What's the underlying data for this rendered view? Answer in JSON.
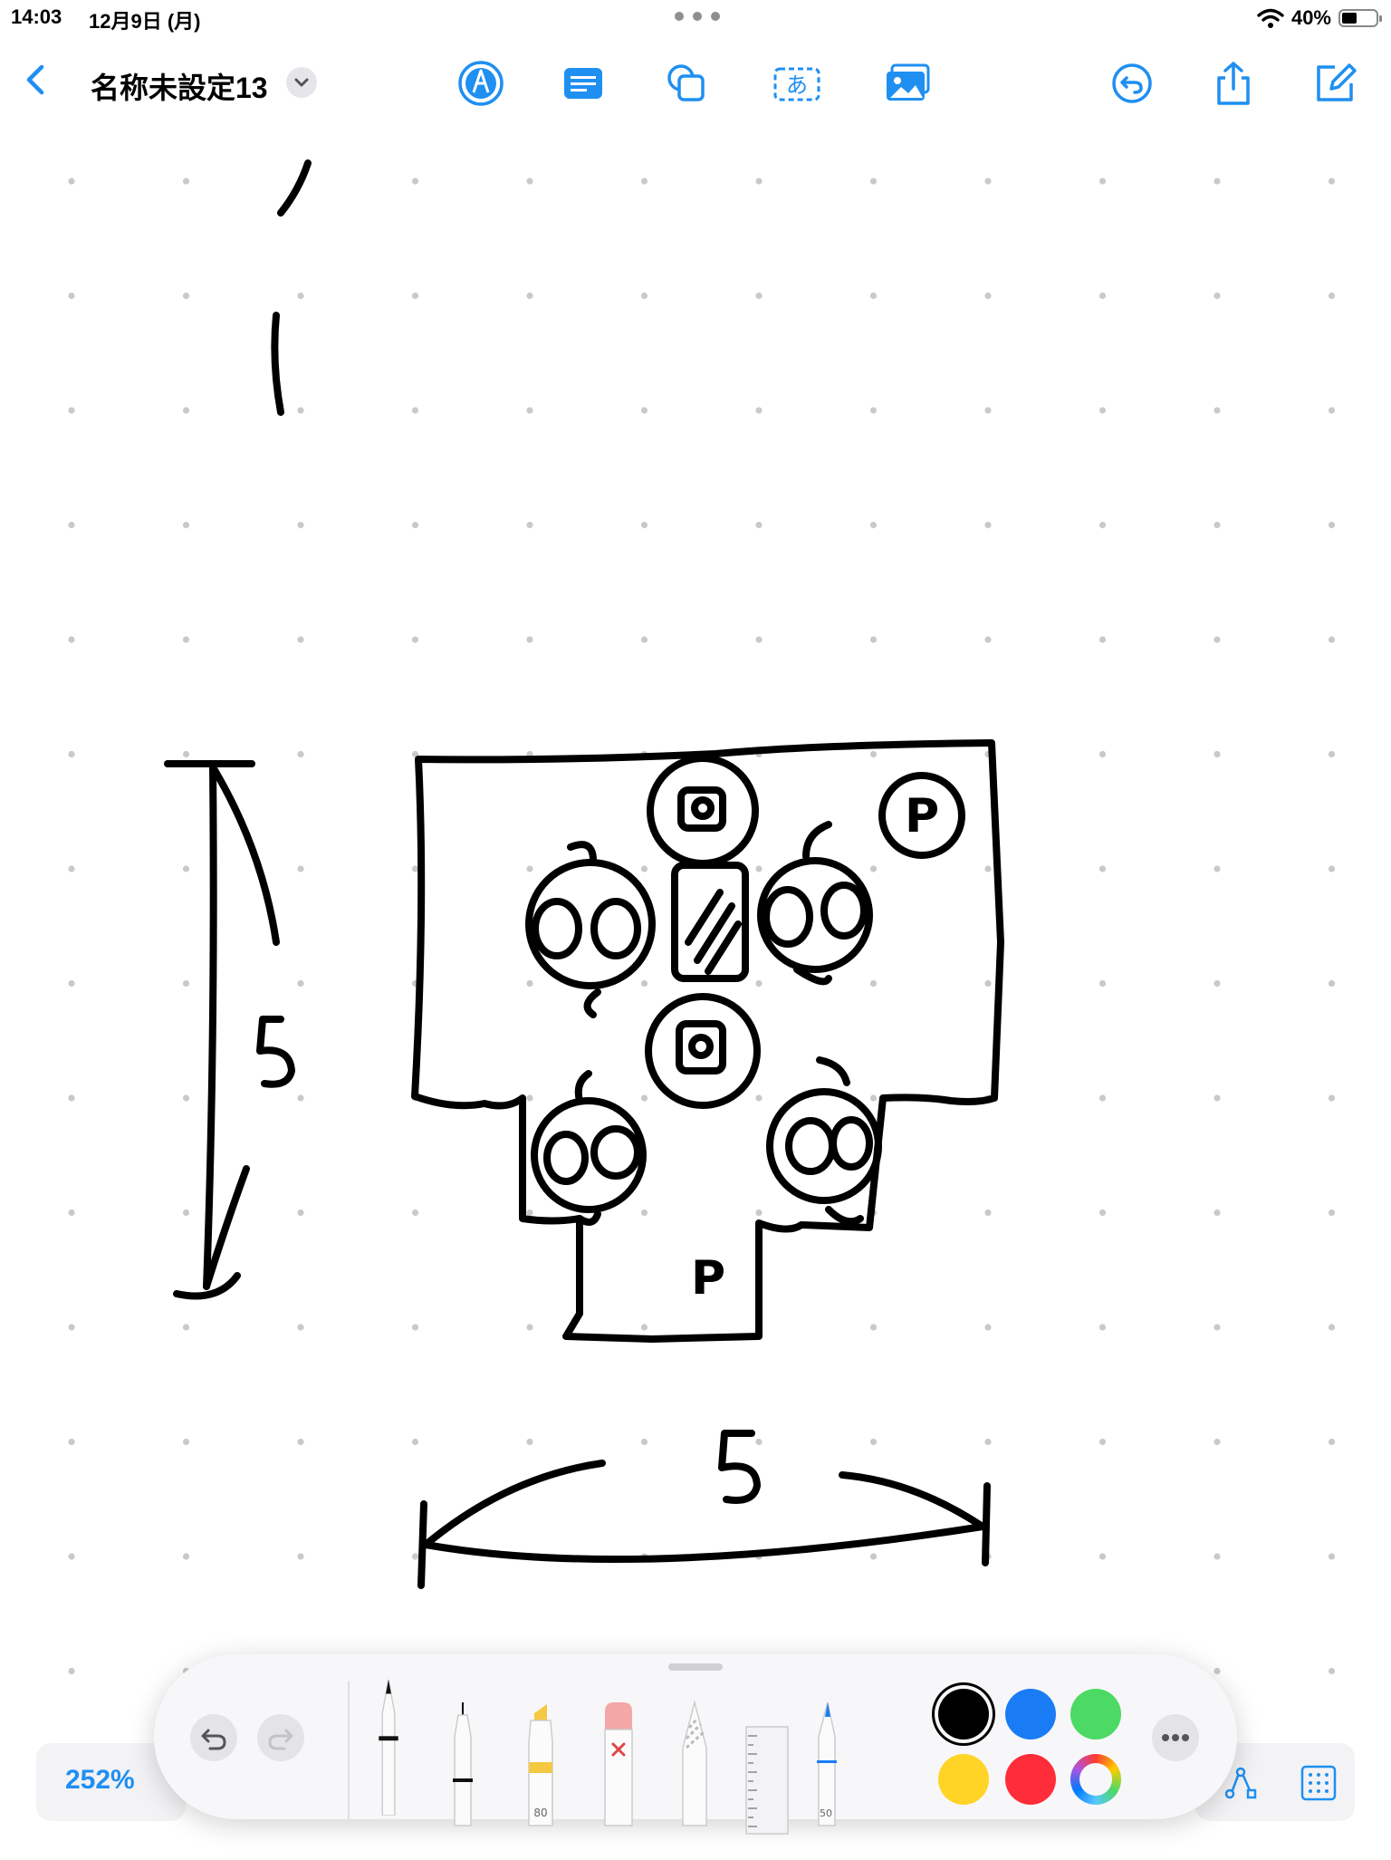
{
  "status_bar": {
    "time": "14:03",
    "date": "12月9日 (月)",
    "battery": "40%",
    "battery_level": 0.4
  },
  "toolbar": {
    "document_title": "名称未設定13",
    "accent_color": "#1f8ff1",
    "icons": [
      "back-chevron-icon",
      "markup-pen-icon",
      "text-box-icon",
      "shapes-icon",
      "handwriting-text-icon",
      "insert-image-icon",
      "history-icon",
      "share-icon",
      "new-note-icon"
    ]
  },
  "canvas": {
    "background": "dot-grid",
    "sketch_labels": {
      "vertical_dimension": "5",
      "horizontal_dimension": "5",
      "parking_top": "P",
      "parking_bottom": "P"
    }
  },
  "palette": {
    "tools": [
      "pen",
      "fineliner",
      "marker",
      "eraser",
      "lasso",
      "ruler",
      "pencil"
    ],
    "marker_size": "80",
    "pencil_size": "50",
    "colors": [
      "#000000",
      "#1a7cf5",
      "#4cd964",
      "#ffd426",
      "#ff2d3a",
      "multicolor"
    ]
  },
  "bottom_bar": {
    "zoom": "252%"
  }
}
